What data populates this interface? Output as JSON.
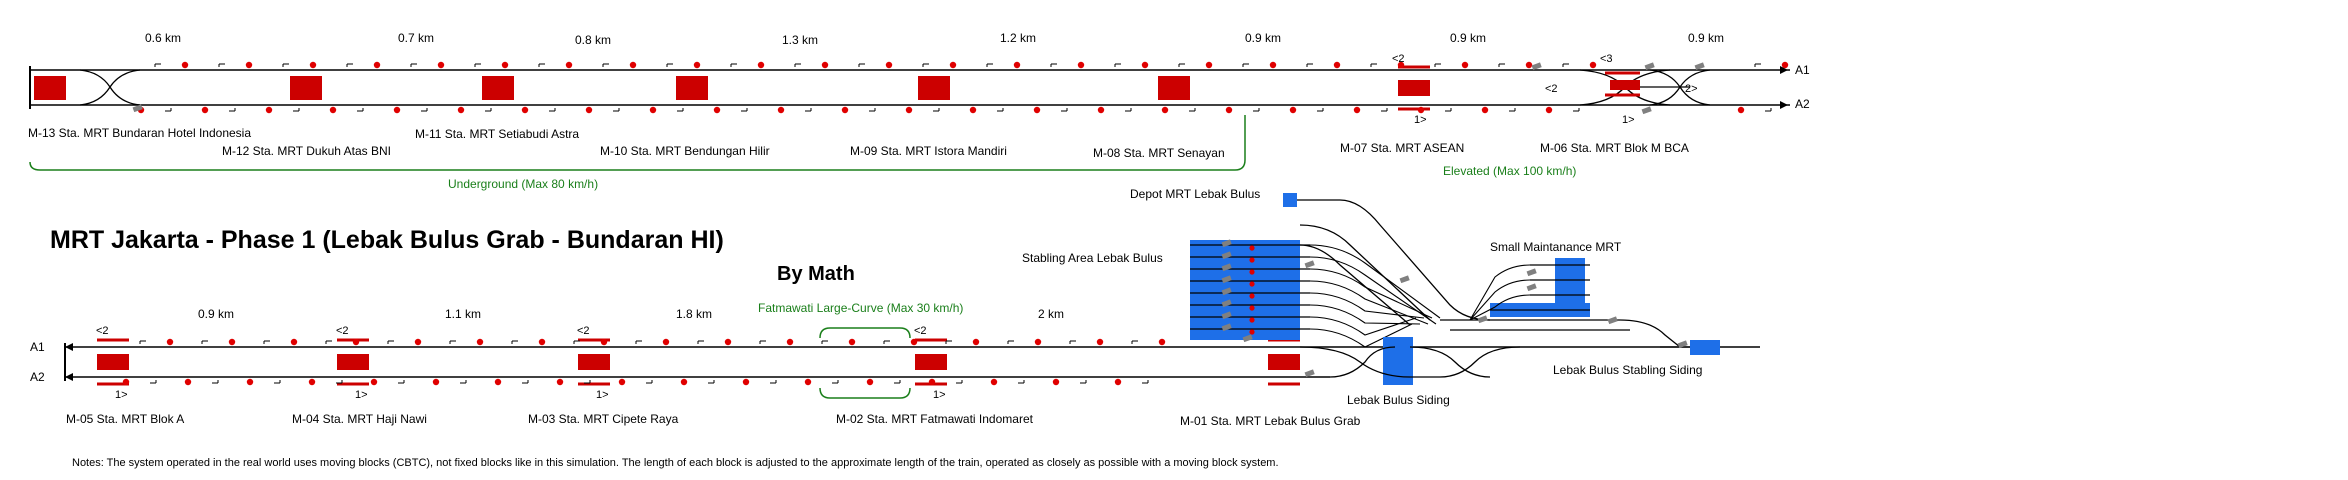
{
  "title": "MRT Jakarta - Phase 1 (Lebak Bulus Grab - Bundaran HI)",
  "byline": "By Math",
  "note": "Notes: The system operated in the real world uses moving blocks (CBTC), not fixed blocks like in this simulation. The length of each block is adjusted to the approximate length of the train, operated as closely as possible with a moving block system.",
  "track_labels": {
    "a1": "A1",
    "a2": "A2"
  },
  "top_distances": [
    "0.6 km",
    "0.7 km",
    "0.8 km",
    "1.3 km",
    "1.2 km",
    "0.9 km",
    "0.9 km",
    "0.9 km"
  ],
  "bottom_distances": [
    "0.9 km",
    "1.1 km",
    "1.8 km",
    "2 km"
  ],
  "top_stations": [
    "M-13 Sta. MRT Bundaran Hotel Indonesia",
    "M-12 Sta. MRT Dukuh Atas BNI",
    "M-11 Sta. MRT Setiabudi Astra",
    "M-10 Sta. MRT Bendungan Hilir",
    "M-09 Sta. MRT Istora Mandiri",
    "M-08 Sta. MRT Senayan",
    "M-07 Sta. MRT ASEAN",
    "M-06 Sta. MRT Blok M BCA"
  ],
  "bottom_stations": [
    "M-05 Sta. MRT Blok A",
    "M-04 Sta. MRT Haji Nawi",
    "M-03 Sta. MRT Cipete Raya",
    "M-02 Sta. MRT Fatmawati Indomaret",
    "M-01 Sta. MRT Lebak Bulus Grab"
  ],
  "sections": {
    "underground": "Underground (Max 80 km/h)",
    "elevated": "Elevated (Max 100 km/h)",
    "fatmawati_curve": "Fatmawati Large-Curve (Max 30 km/h)"
  },
  "depot": {
    "depot_label": "Depot MRT Lebak Bulus",
    "stabling_area": "Stabling Area Lebak Bulus",
    "small_maintenance": "Small Maintanance MRT",
    "siding": "Lebak Bulus Siding",
    "stabling_siding": "Lebak Bulus Stabling Siding"
  },
  "platform_markers": {
    "left_2": "<2",
    "right_1": "1>",
    "left_3": "<3",
    "right_2": "2>"
  },
  "colors": {
    "track": "#000000",
    "signal": "#e00000",
    "station_block": "#cc0000",
    "depot_block": "#1e6fe8",
    "section_line": "#1a7f1a",
    "train_grey": "#808080"
  }
}
